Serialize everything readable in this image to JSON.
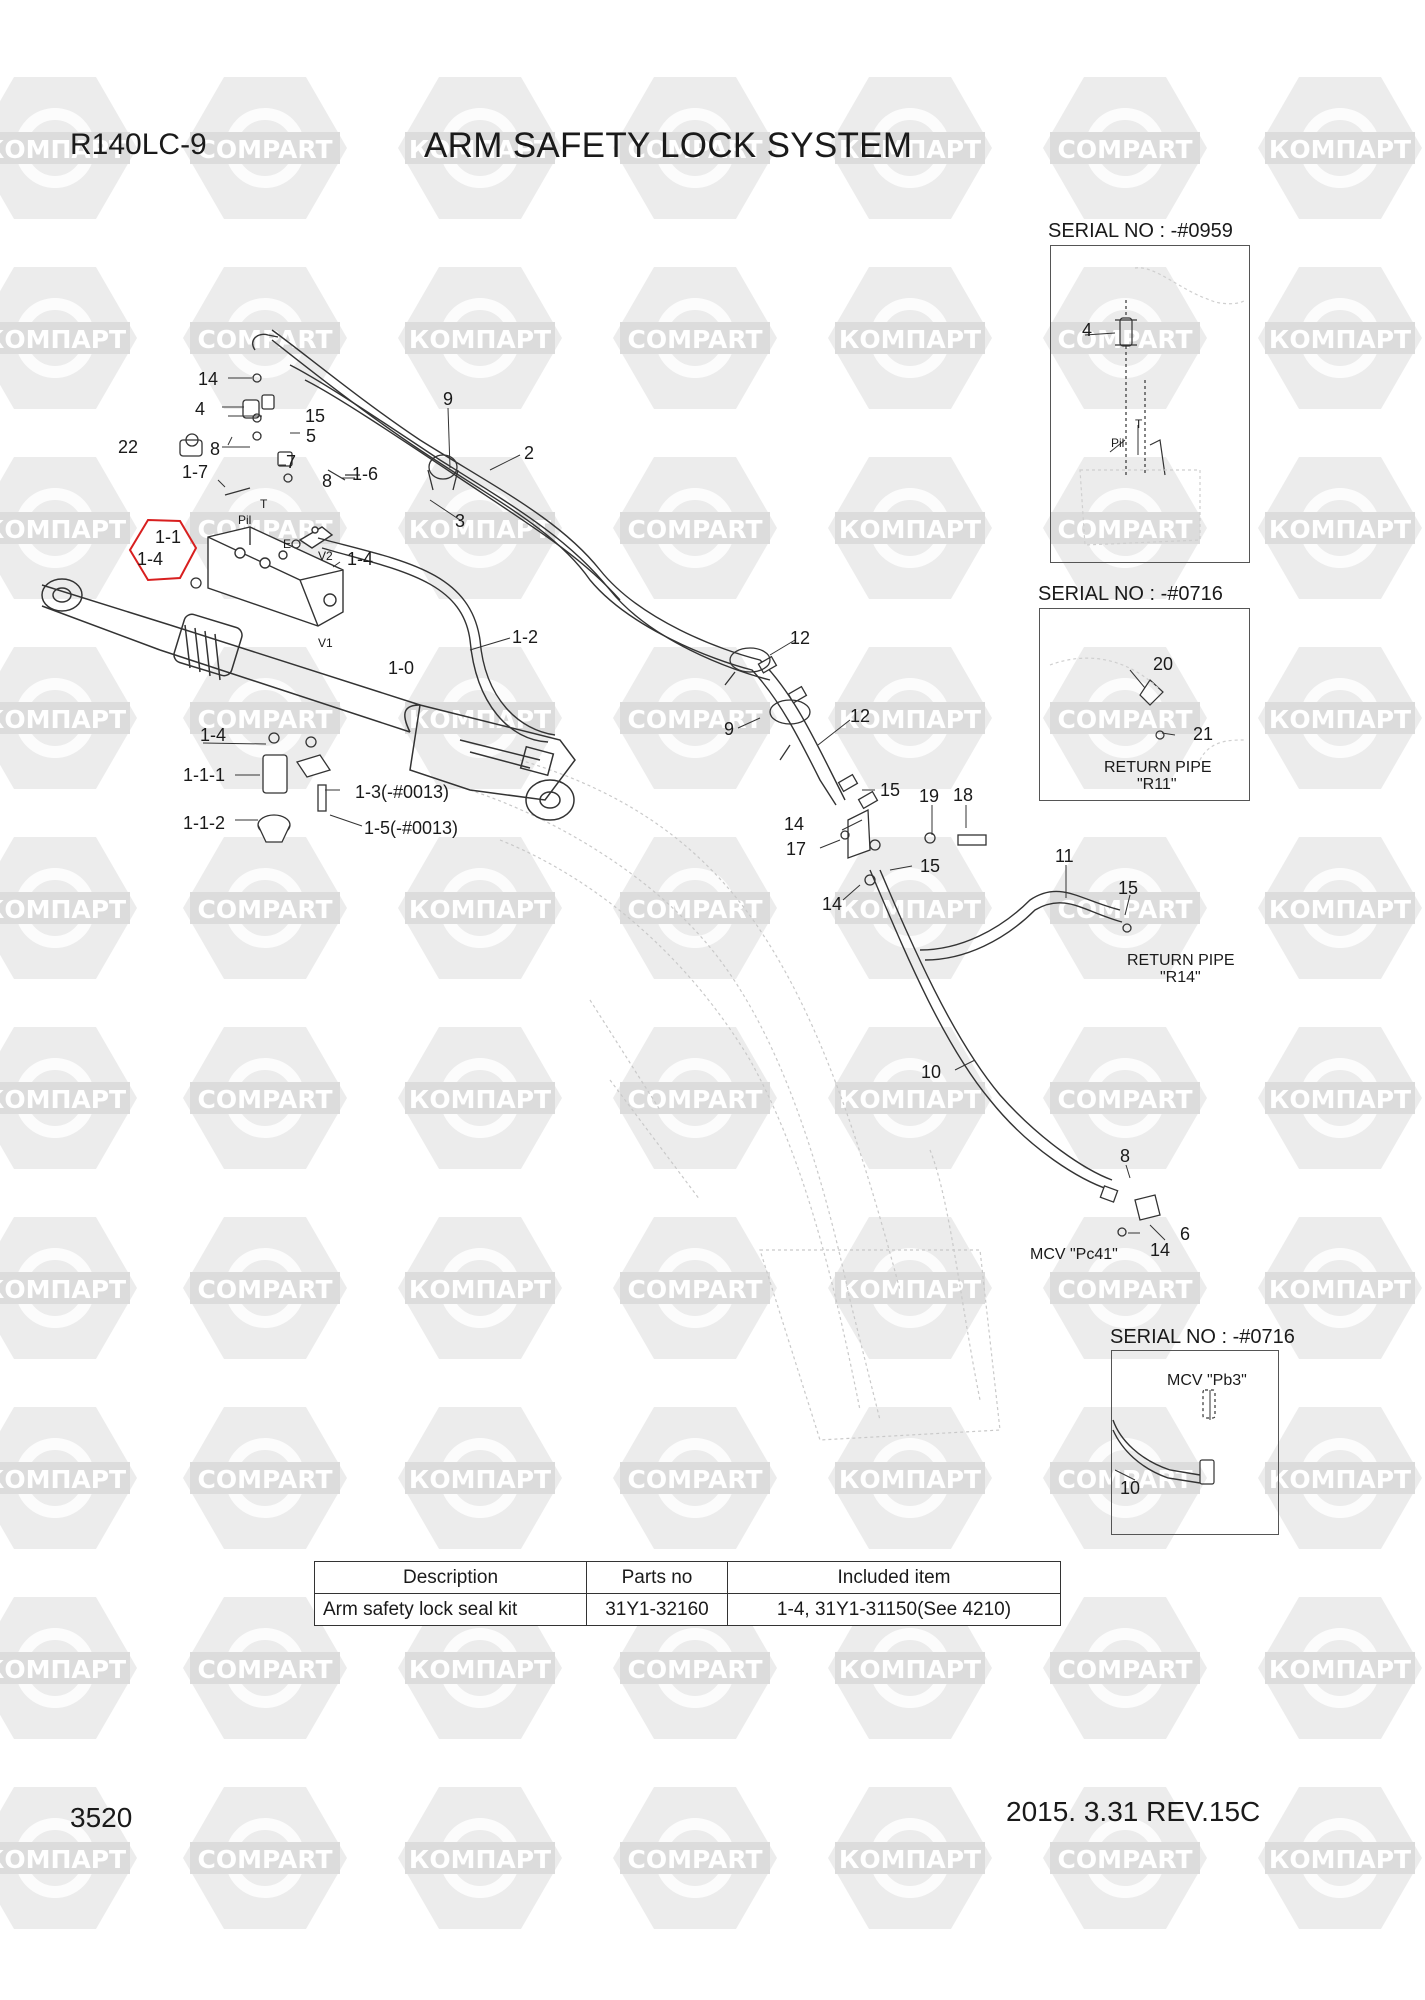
{
  "header": {
    "model": "R140LC-9",
    "title": "ARM SAFETY LOCK SYSTEM"
  },
  "footer": {
    "page_number": "3520",
    "date_revision": "2015. 3.31  REV.15C"
  },
  "watermark": {
    "text_cyr": "КОМПАРТ",
    "text_lat": "COMPART",
    "color": "#dcdcdc"
  },
  "highlight": {
    "labels": [
      "1-1",
      "1-4"
    ],
    "color": "#d81f1f"
  },
  "insets": [
    {
      "serial": "SERIAL NO : -#0959",
      "labels": [
        "4",
        "T",
        "Pil"
      ]
    },
    {
      "serial": "SERIAL NO : -#0716",
      "labels": [
        "20",
        "21"
      ],
      "note_line1": "RETURN PIPE",
      "note_line2": "\"R11\""
    },
    {
      "serial": "SERIAL NO : -#0716",
      "labels": [
        "10"
      ],
      "note": "MCV  \"Pb3\""
    }
  ],
  "callouts": {
    "c14a": "14",
    "c4": "4",
    "c15a": "15",
    "c22": "22",
    "c8a": "8",
    "c5": "5",
    "c7": "7",
    "c8b": "8",
    "c17dot": "1-7",
    "c16": "1-6",
    "c9a": "9",
    "c2": "2",
    "c3": "3",
    "c11": "1-1",
    "c14": "1-4",
    "c14b": "1-4",
    "c12": "1-2",
    "c10": "1-0",
    "c14c": "1-4",
    "c111": "1-1-1",
    "c13": "1-3(-#0013)",
    "c112": "1-1-2",
    "c15": "1-5(-#0013)",
    "c12a": "12",
    "c9b": "9",
    "c12b": "12",
    "c15b": "15",
    "c19": "19",
    "c18": "18",
    "c14d": "14",
    "c17": "17",
    "c15c": "15",
    "c14e": "14",
    "c11b": "11",
    "c15d": "15",
    "c10b": "10",
    "c8c": "8",
    "c6": "6",
    "c14f": "14"
  },
  "port_marks": {
    "pil": "Pil",
    "t": "T",
    "e": "E",
    "v2": "V2",
    "v1": "V1"
  },
  "notes": {
    "return_r14_line1": "RETURN PIPE",
    "return_r14_line2": "\"R14\"",
    "mcv_pc41": "MCV  \"Pc41\""
  },
  "kit_table": {
    "headers": [
      "Description",
      "Parts no",
      "Included item"
    ],
    "rows": [
      [
        "Arm safety lock seal kit",
        "31Y1-32160",
        "1-4, 31Y1-31150(See 4210)"
      ]
    ]
  }
}
